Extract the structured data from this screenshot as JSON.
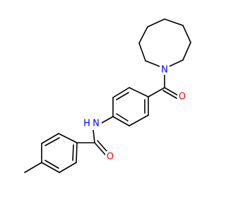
{
  "molecule": {
    "colors": {
      "bond": "#000000",
      "nitrogen": "#0000ff",
      "oxygen": "#ff0000",
      "background": "#ffffff"
    },
    "labels": {
      "azepane_nitrogen": "N",
      "ketone_oxygen": "O",
      "amide_nh": "H",
      "amide_n": "N",
      "amide_oxygen": "O"
    }
  }
}
